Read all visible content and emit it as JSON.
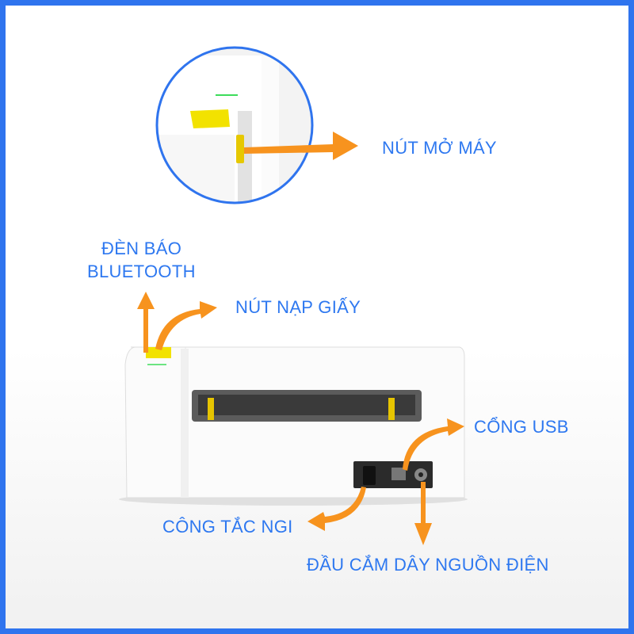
{
  "labels": {
    "power_button": "NÚT MỞ MÁY",
    "bluetooth_light_line1": "ĐÈN BÁO",
    "bluetooth_light_line2": "BLUETOOTH",
    "feed_button": "NÚT NẠP GIẤY",
    "usb_port": "CỔNG USB",
    "power_switch": "CÔNG TẮC NGI",
    "power_jack": "ĐẦU CẮM DÂY NGUỒN ĐIỆN"
  },
  "colors": {
    "label_blue": "#2e78f0",
    "frame_blue": "#2f74ee",
    "arrow_orange": "#f7931e",
    "button_yellow": "#f2e200",
    "led_green": "#3ddc5a"
  }
}
